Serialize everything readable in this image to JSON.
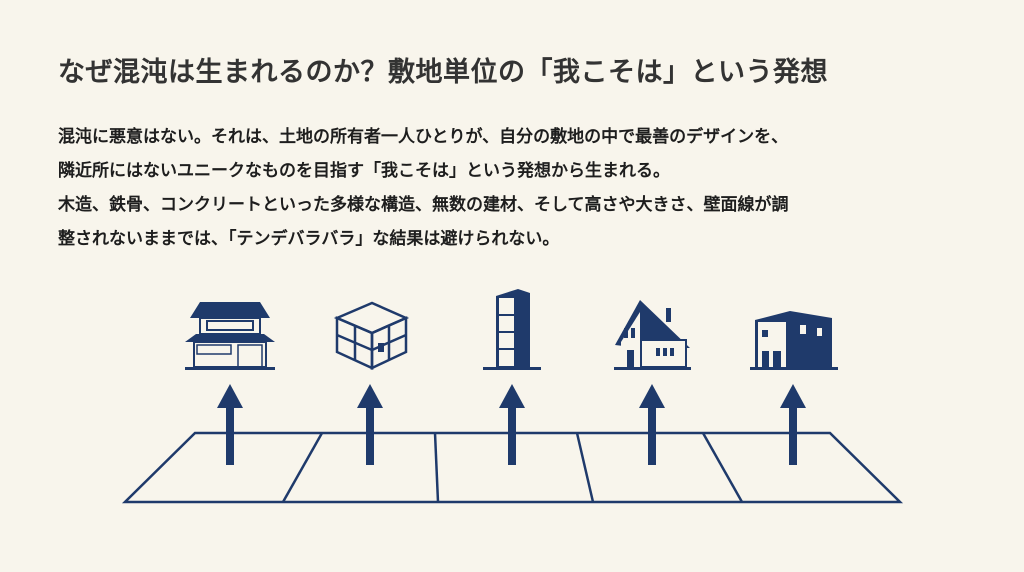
{
  "title": "なぜ混沌は生まれるのか？敷地単位の「我こそは」という発想",
  "body_lines": [
    "混沌に悪意はない。それは、土地の所有者一人ひとりが、自分の敷地の中で最善のデザインを、",
    "隣近所にはないユニークなものを目指す「我こそは」という発想から生まれる。",
    "木造、鉄骨、コンクリートといった多様な構造、無数の建材、そして高さや大きさ、壁面線が調",
    "整されないままでは、「テンデバラバラ」な結果は避けられない。"
  ],
  "colors": {
    "navy": "#1f3a6b",
    "background": "#f8f5ec"
  }
}
